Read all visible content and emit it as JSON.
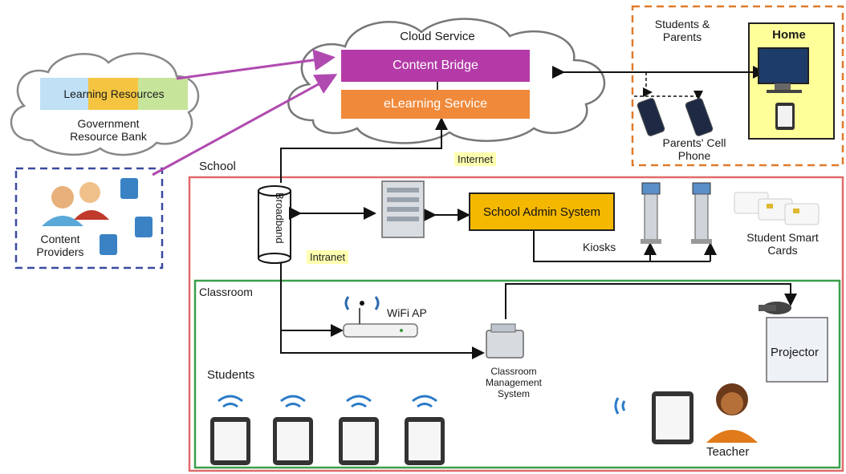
{
  "cloud": {
    "title": "Cloud Service",
    "content_bridge": "Content Bridge",
    "elearning": "eLearning Service"
  },
  "gov": {
    "learning_resources": "Learning Resources",
    "resource_bank": "Government Resource Bank"
  },
  "content_providers": "Content Providers",
  "home_zone": {
    "students_parents": "Students & Parents",
    "home": "Home",
    "parents_phone": "Parents' Cell Phone"
  },
  "school": {
    "label": "School",
    "internet": "Internet",
    "broadband": "Broadband",
    "intranet": "Intranet",
    "admin": "School Admin System",
    "kiosks": "Kiosks",
    "smart_cards": "Student Smart Cards"
  },
  "classroom": {
    "label": "Classroom",
    "wifi": "WiFi AP",
    "cms": "Classroom Management System",
    "students": "Students",
    "teacher": "Teacher",
    "projector": "Projector"
  },
  "colors": {
    "content_bridge": "#b43aa8",
    "elearning": "#f08a3a",
    "admin_box": "#f5b800",
    "school_border": "#e06a6a",
    "classroom_border": "#3aa04a",
    "home_border": "#e07a2a",
    "provider_border": "#3a4aa0",
    "purple_arrow": "#b04ab0",
    "highlight": "#ffffb0"
  }
}
